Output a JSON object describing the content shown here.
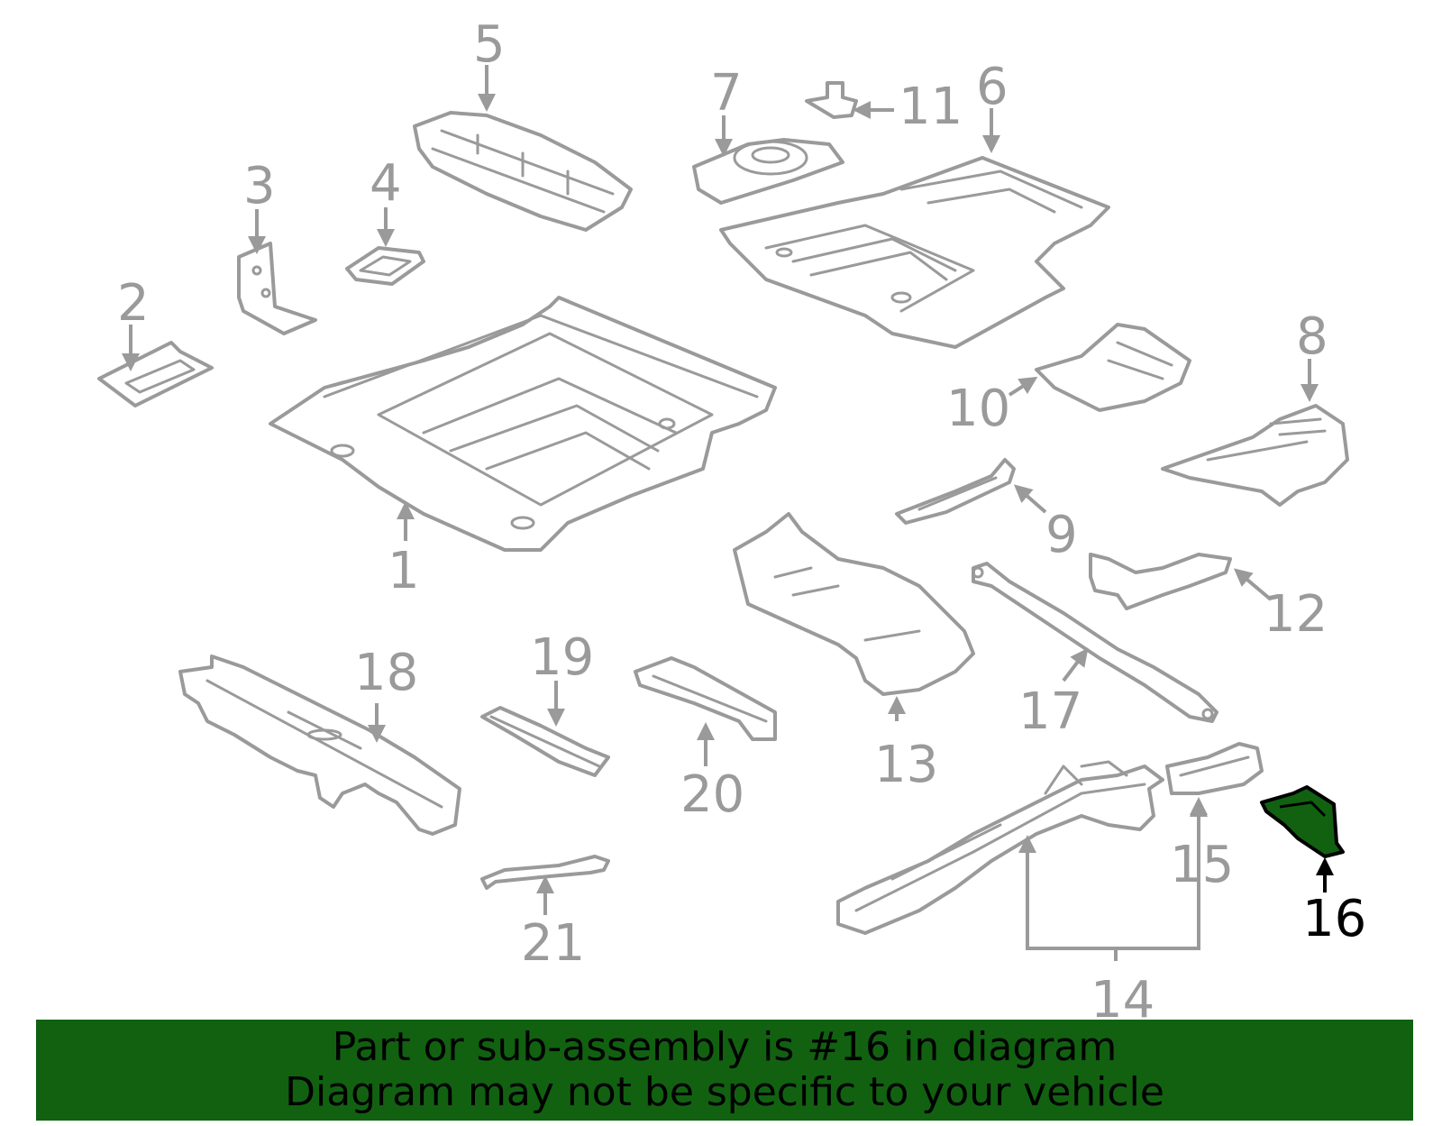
{
  "diagram": {
    "highlighted_part": "16",
    "callouts": [
      "1",
      "2",
      "3",
      "4",
      "5",
      "6",
      "7",
      "8",
      "9",
      "10",
      "11",
      "12",
      "13",
      "14",
      "15",
      "16",
      "17",
      "18",
      "19",
      "20",
      "21"
    ]
  },
  "banner": {
    "line1": "Part or sub-assembly is #16 in diagram",
    "line2": "Diagram may not be specific to your vehicle"
  },
  "colors": {
    "banner_bg": "#116111",
    "part_stroke": "#9a9a9a",
    "highlight_fill": "#116111",
    "highlight_text": "#000000"
  }
}
